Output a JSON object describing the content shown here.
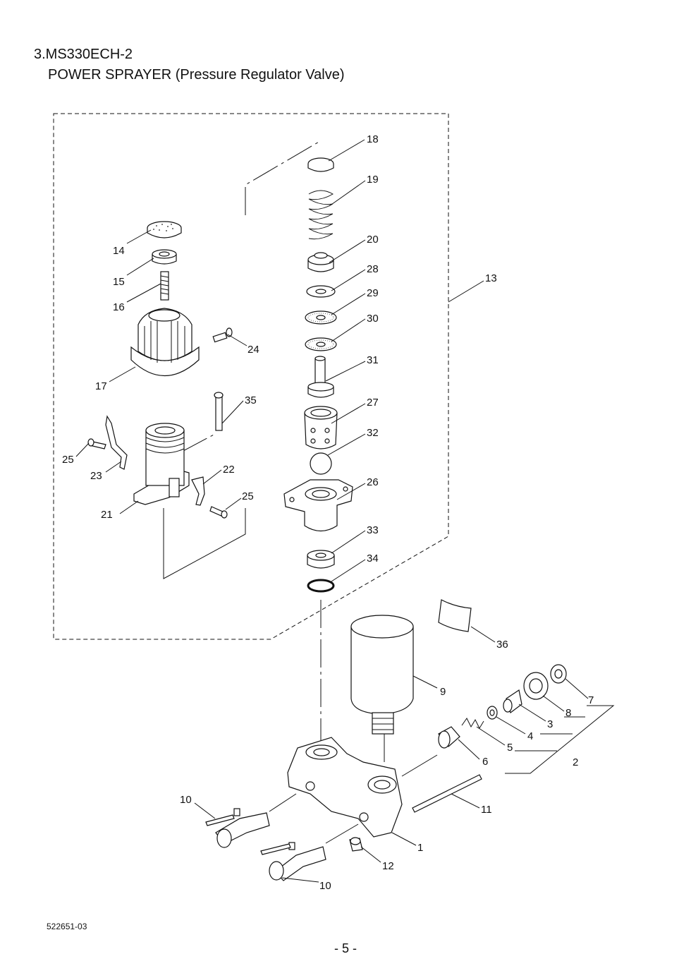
{
  "header": {
    "model_line": "3.MS330ECH-2",
    "subtitle": "POWER SPRAYER (Pressure Regulator Valve)"
  },
  "footer": {
    "doc_number": "522651-03",
    "page_number": "- 5 -"
  },
  "callouts": {
    "c1": "1",
    "c2": "2",
    "c3": "3",
    "c4": "4",
    "c5": "5",
    "c6": "6",
    "c7": "7",
    "c8": "8",
    "c9": "9",
    "c10a": "10",
    "c10b": "10",
    "c11": "11",
    "c12": "12",
    "c13": "13",
    "c14": "14",
    "c15": "15",
    "c16": "16",
    "c17": "17",
    "c18": "18",
    "c19": "19",
    "c20": "20",
    "c21": "21",
    "c22": "22",
    "c23": "23",
    "c24": "24",
    "c25a": "25",
    "c25b": "25",
    "c26": "26",
    "c27": "27",
    "c28": "28",
    "c29": "29",
    "c30": "30",
    "c31": "31",
    "c32": "32",
    "c33": "33",
    "c34": "34",
    "c35": "35",
    "c36": "36"
  }
}
